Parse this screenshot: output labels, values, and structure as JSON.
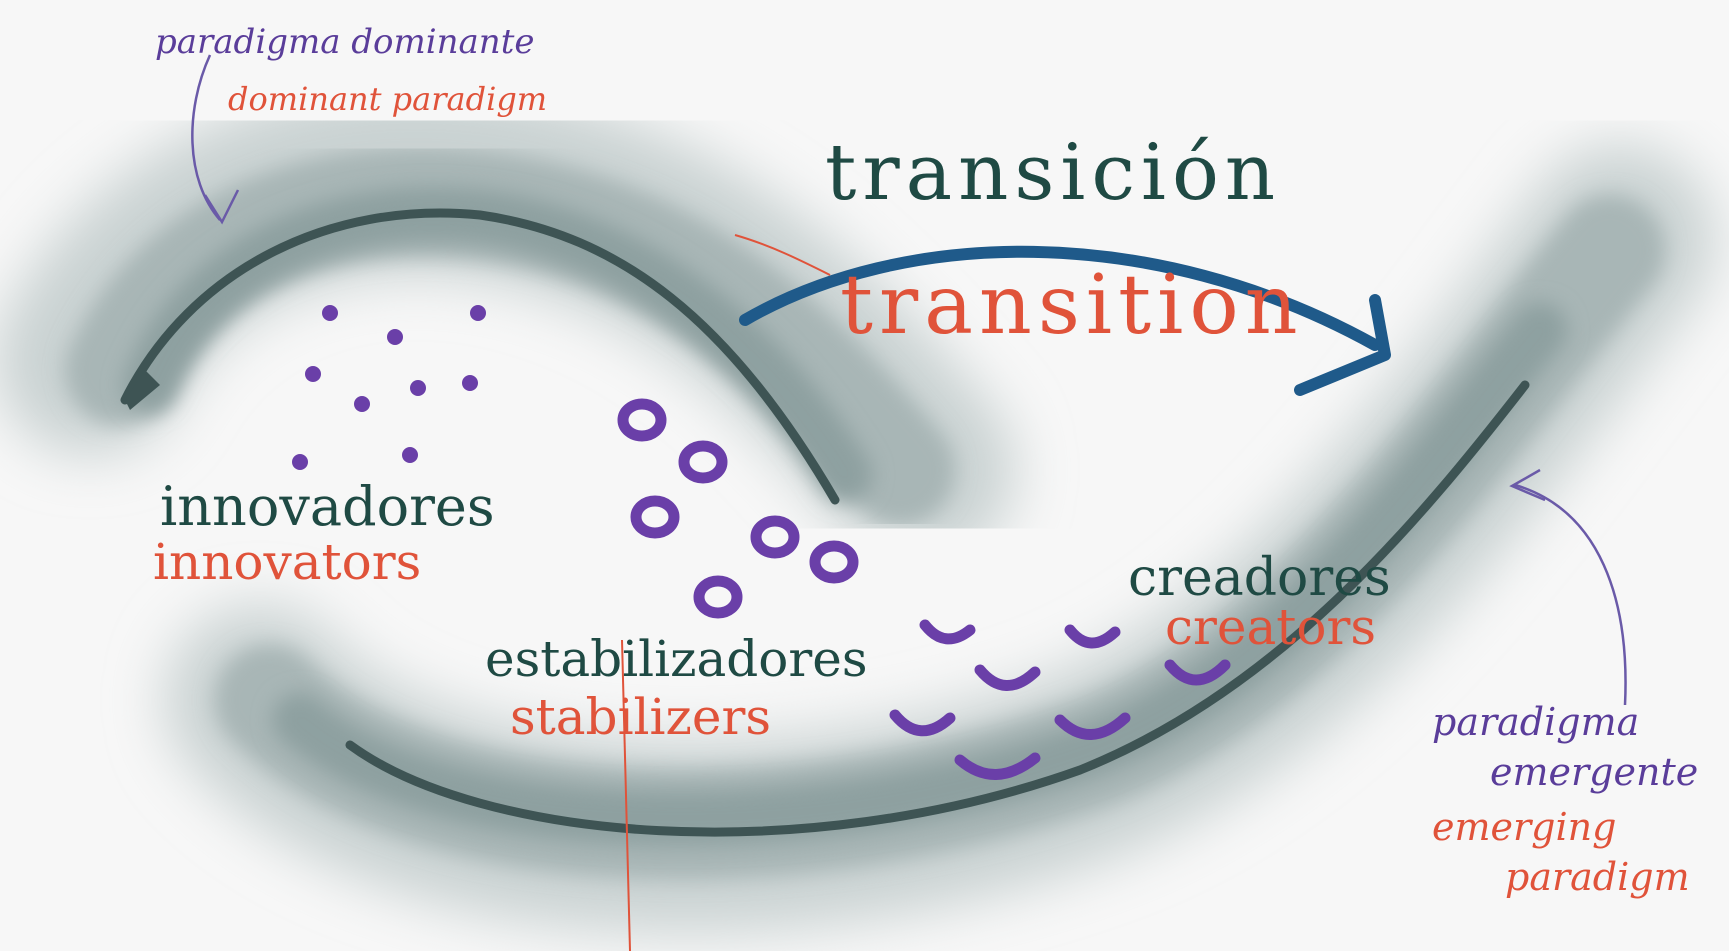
{
  "labels": {
    "dominant_es": "paradigma dominante",
    "dominant_en": "dominant paradigm",
    "transition_es": "transición",
    "transition_en": "transition",
    "innovators_es": "innovadores",
    "innovators_en": "innovators",
    "stabilizers_es": "estabilizadores",
    "stabilizers_en": "stabilizers",
    "creators_es": "creadores",
    "creators_en": "creators",
    "emergent_es_1": "paradigma",
    "emergent_es_2": "emergente",
    "emergent_en_1": "emerging",
    "emergent_en_2": "paradigm"
  },
  "colors": {
    "spanish_label": "#1f4a44",
    "english_label": "#e0533a",
    "paradigm_label": "#5a3d9a",
    "arrow": "#1f5a8a",
    "band": "#9fb0b0",
    "band_core": "#3e5454",
    "actor": "#6a3fa8"
  }
}
